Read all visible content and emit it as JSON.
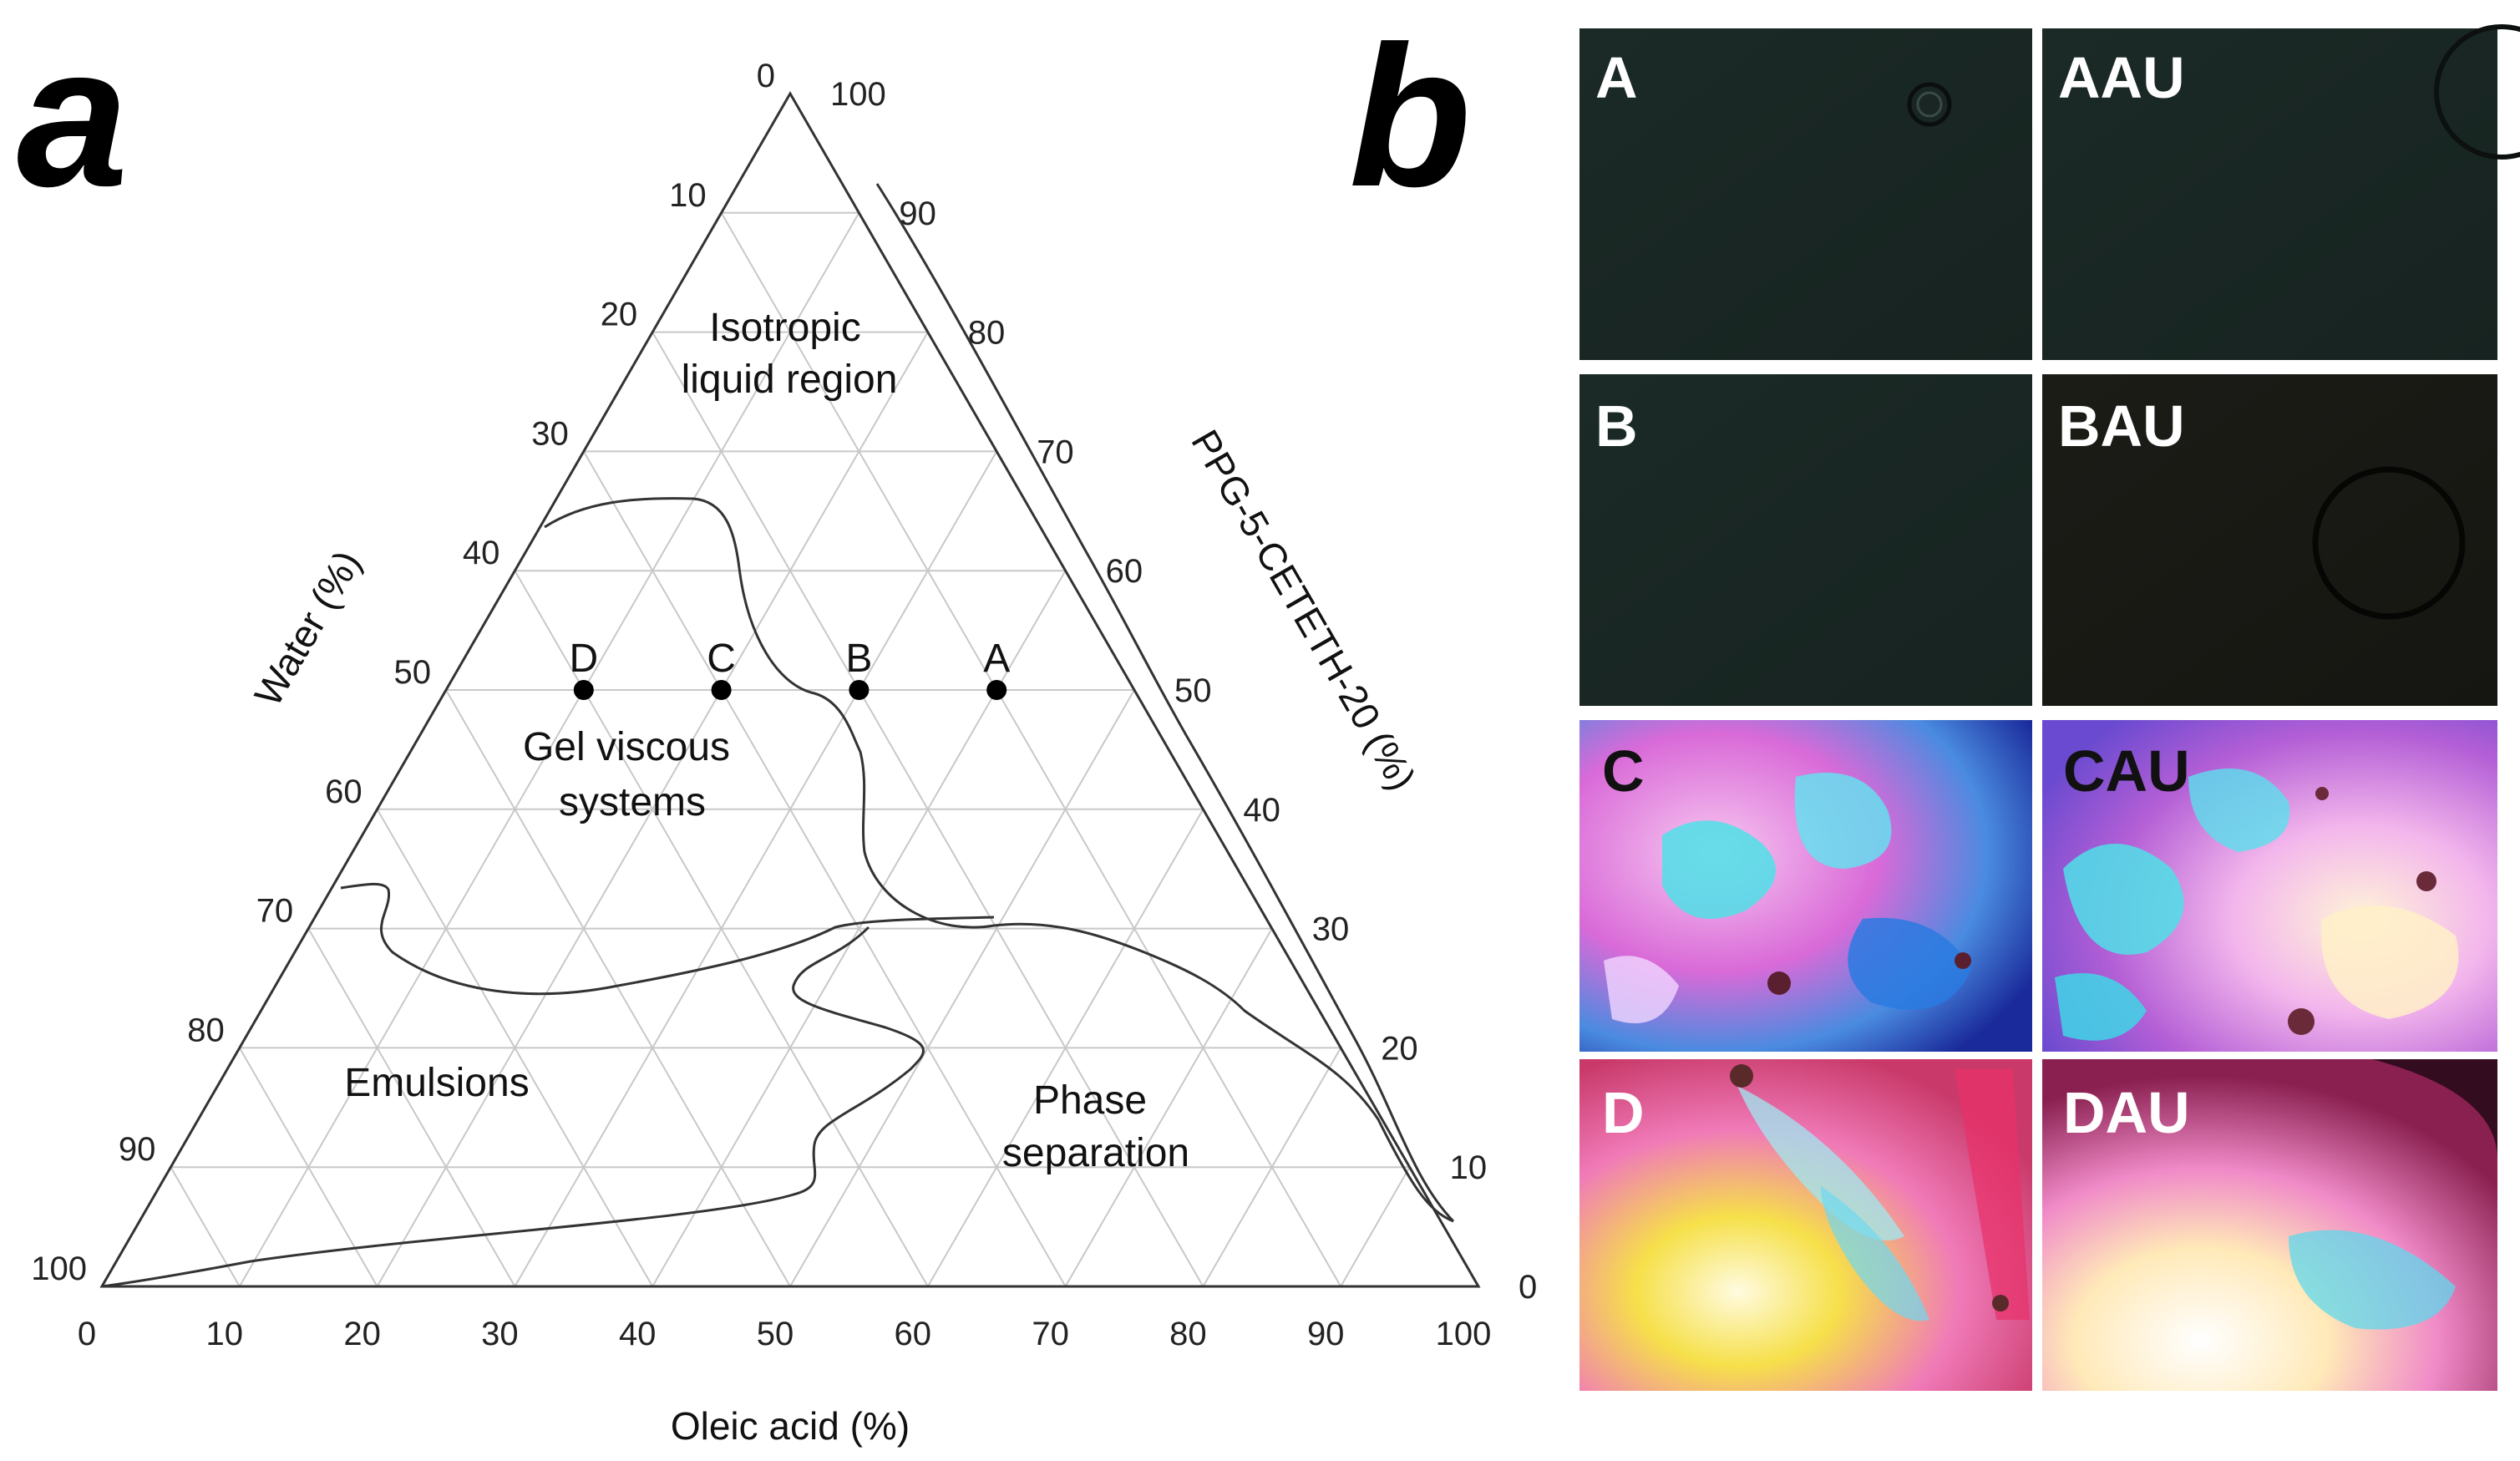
{
  "panels": {
    "a": "a",
    "b": "b"
  },
  "chart_data": {
    "type": "ternary",
    "axes": {
      "bottom": {
        "label": "Oleic acid (%)",
        "ticks": [
          0,
          10,
          20,
          30,
          40,
          50,
          60,
          70,
          80,
          90,
          100
        ]
      },
      "left": {
        "label": "Water (%)",
        "ticks": [
          0,
          10,
          20,
          30,
          40,
          50,
          60,
          70,
          80,
          90,
          100
        ]
      },
      "right": {
        "label": "PPG-5-CETETH-20 (%)",
        "ticks": [
          0,
          10,
          20,
          30,
          40,
          50,
          60,
          70,
          80,
          90,
          100
        ]
      }
    },
    "grid": true,
    "regions": [
      {
        "lines": [
          "Isotropic",
          "liquid region"
        ]
      },
      {
        "lines": [
          "Gel viscous",
          "systems"
        ]
      },
      {
        "lines": [
          "Emulsions"
        ]
      },
      {
        "lines": [
          "Phase",
          "separation"
        ]
      }
    ],
    "points": [
      {
        "label": "D",
        "oleic": 10,
        "water": 40,
        "surfactant": 50
      },
      {
        "label": "C",
        "oleic": 20,
        "water": 30,
        "surfactant": 50
      },
      {
        "label": "B",
        "oleic": 30,
        "water": 20,
        "surfactant": 50
      },
      {
        "label": "A",
        "oleic": 40,
        "water": 10,
        "surfactant": 50
      }
    ]
  },
  "micrographs": [
    {
      "label": "A",
      "style": "dark"
    },
    {
      "label": "AAU",
      "style": "dark"
    },
    {
      "label": "B",
      "style": "dark"
    },
    {
      "label": "BAU",
      "style": "dark-brown"
    },
    {
      "label": "C",
      "style": "birefringent-blue"
    },
    {
      "label": "CAU",
      "style": "birefringent-blue"
    },
    {
      "label": "D",
      "style": "birefringent-warm"
    },
    {
      "label": "DAU",
      "style": "birefringent-warm"
    }
  ]
}
